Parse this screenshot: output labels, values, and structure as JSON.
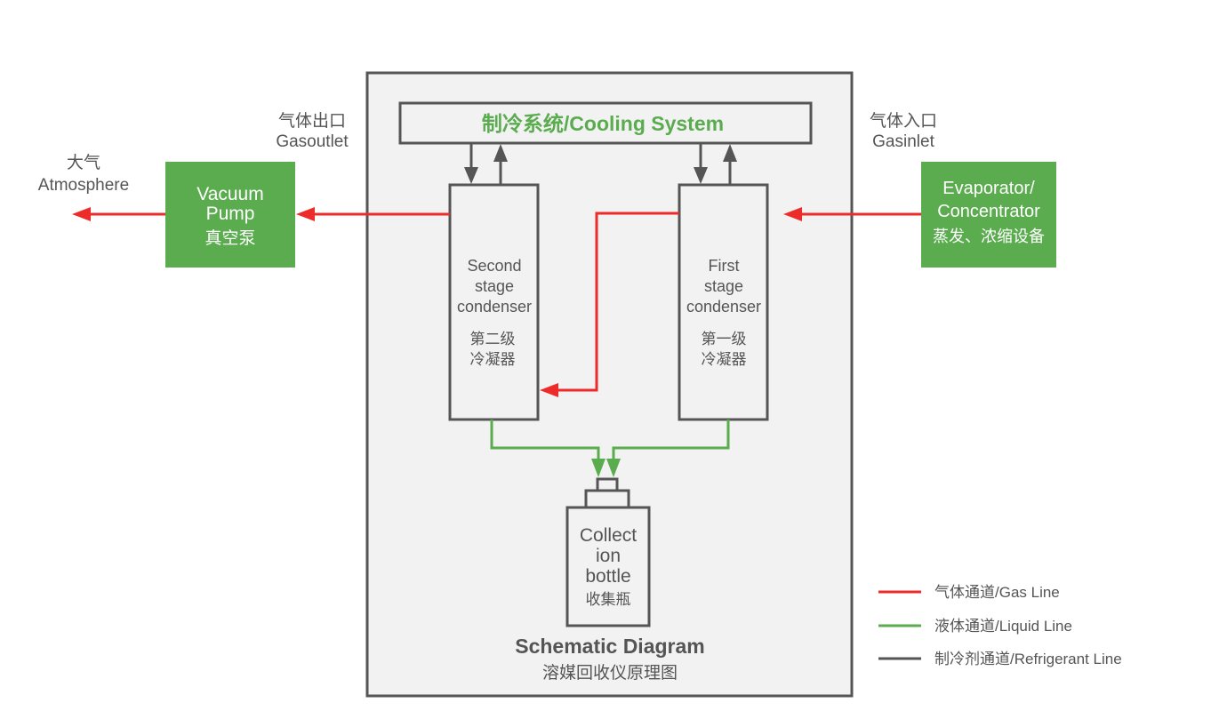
{
  "colors": {
    "gas": "#ee2b2b",
    "liquid": "#5aac4f",
    "refrigerant": "#555555",
    "box_green": "#5aac4f",
    "panel_fill": "#f2f2f2",
    "cooling_title": "#5aac4f"
  },
  "cooling_system": {
    "label": "制冷系统/Cooling System"
  },
  "gas_outlet": {
    "zh": "气体出口",
    "en": "Gasoutlet"
  },
  "gas_inlet": {
    "zh": "气体入口",
    "en": "Gasinlet"
  },
  "atmosphere": {
    "zh": "大气",
    "en": "Atmosphere"
  },
  "vacuum_pump": {
    "line1": "Vacuum",
    "line2": "Pump",
    "zh": "真空泵"
  },
  "evaporator": {
    "line1": "Evaporator/",
    "line2": "Concentrator",
    "zh": "蒸发、浓缩设备"
  },
  "second_condenser": {
    "line1": "Second",
    "line2": "stage",
    "line3": "condenser",
    "zh1": "第二级",
    "zh2": "冷凝器"
  },
  "first_condenser": {
    "line1": "First",
    "line2": "stage",
    "line3": "condenser",
    "zh1": "第一级",
    "zh2": "冷凝器"
  },
  "collection_bottle": {
    "line1": "Collect",
    "line2": "ion",
    "line3": "bottle",
    "zh": "收集瓶"
  },
  "caption": {
    "title": "Schematic Diagram",
    "subtitle": "溶媒回收仪原理图"
  },
  "legend": [
    {
      "label": "气体通道/Gas Line",
      "color": "#ee2b2b"
    },
    {
      "label": "液体通道/Liquid Line",
      "color": "#5aac4f"
    },
    {
      "label": "制冷剂通道/Refrigerant Line",
      "color": "#555555"
    }
  ]
}
